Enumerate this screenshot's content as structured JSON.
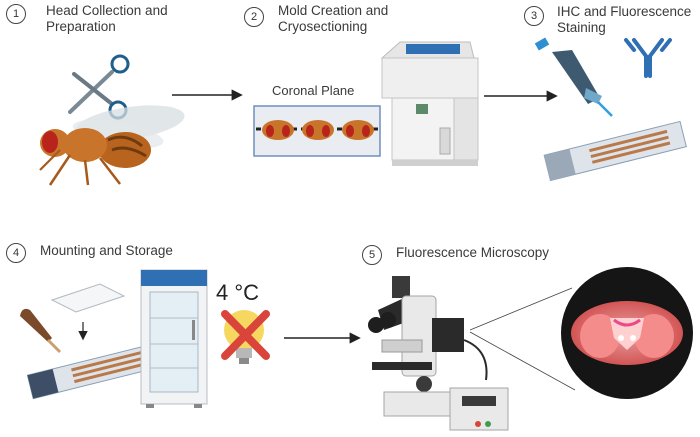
{
  "steps": [
    {
      "number": "1",
      "title_line1": "Head Collection and",
      "title_line2": "Preparation"
    },
    {
      "number": "2",
      "title_line1": "Mold Creation and",
      "title_line2": "Cryosectioning"
    },
    {
      "number": "3",
      "title_line1": "IHC and Fluorescence",
      "title_line2": "Staining"
    },
    {
      "number": "4",
      "title_line1": "Mounting and Storage",
      "title_line2": ""
    },
    {
      "number": "5",
      "title_line1": "Fluorescence Microscopy",
      "title_line2": ""
    }
  ],
  "plane_label": "Coronal Plane",
  "storage_temp": "4 °C",
  "colors": {
    "accent_blue": "#1f5f8b",
    "fly_body": "#c8742a",
    "cross_red": "#d9453a",
    "brain_pink": "#f06a6a"
  }
}
